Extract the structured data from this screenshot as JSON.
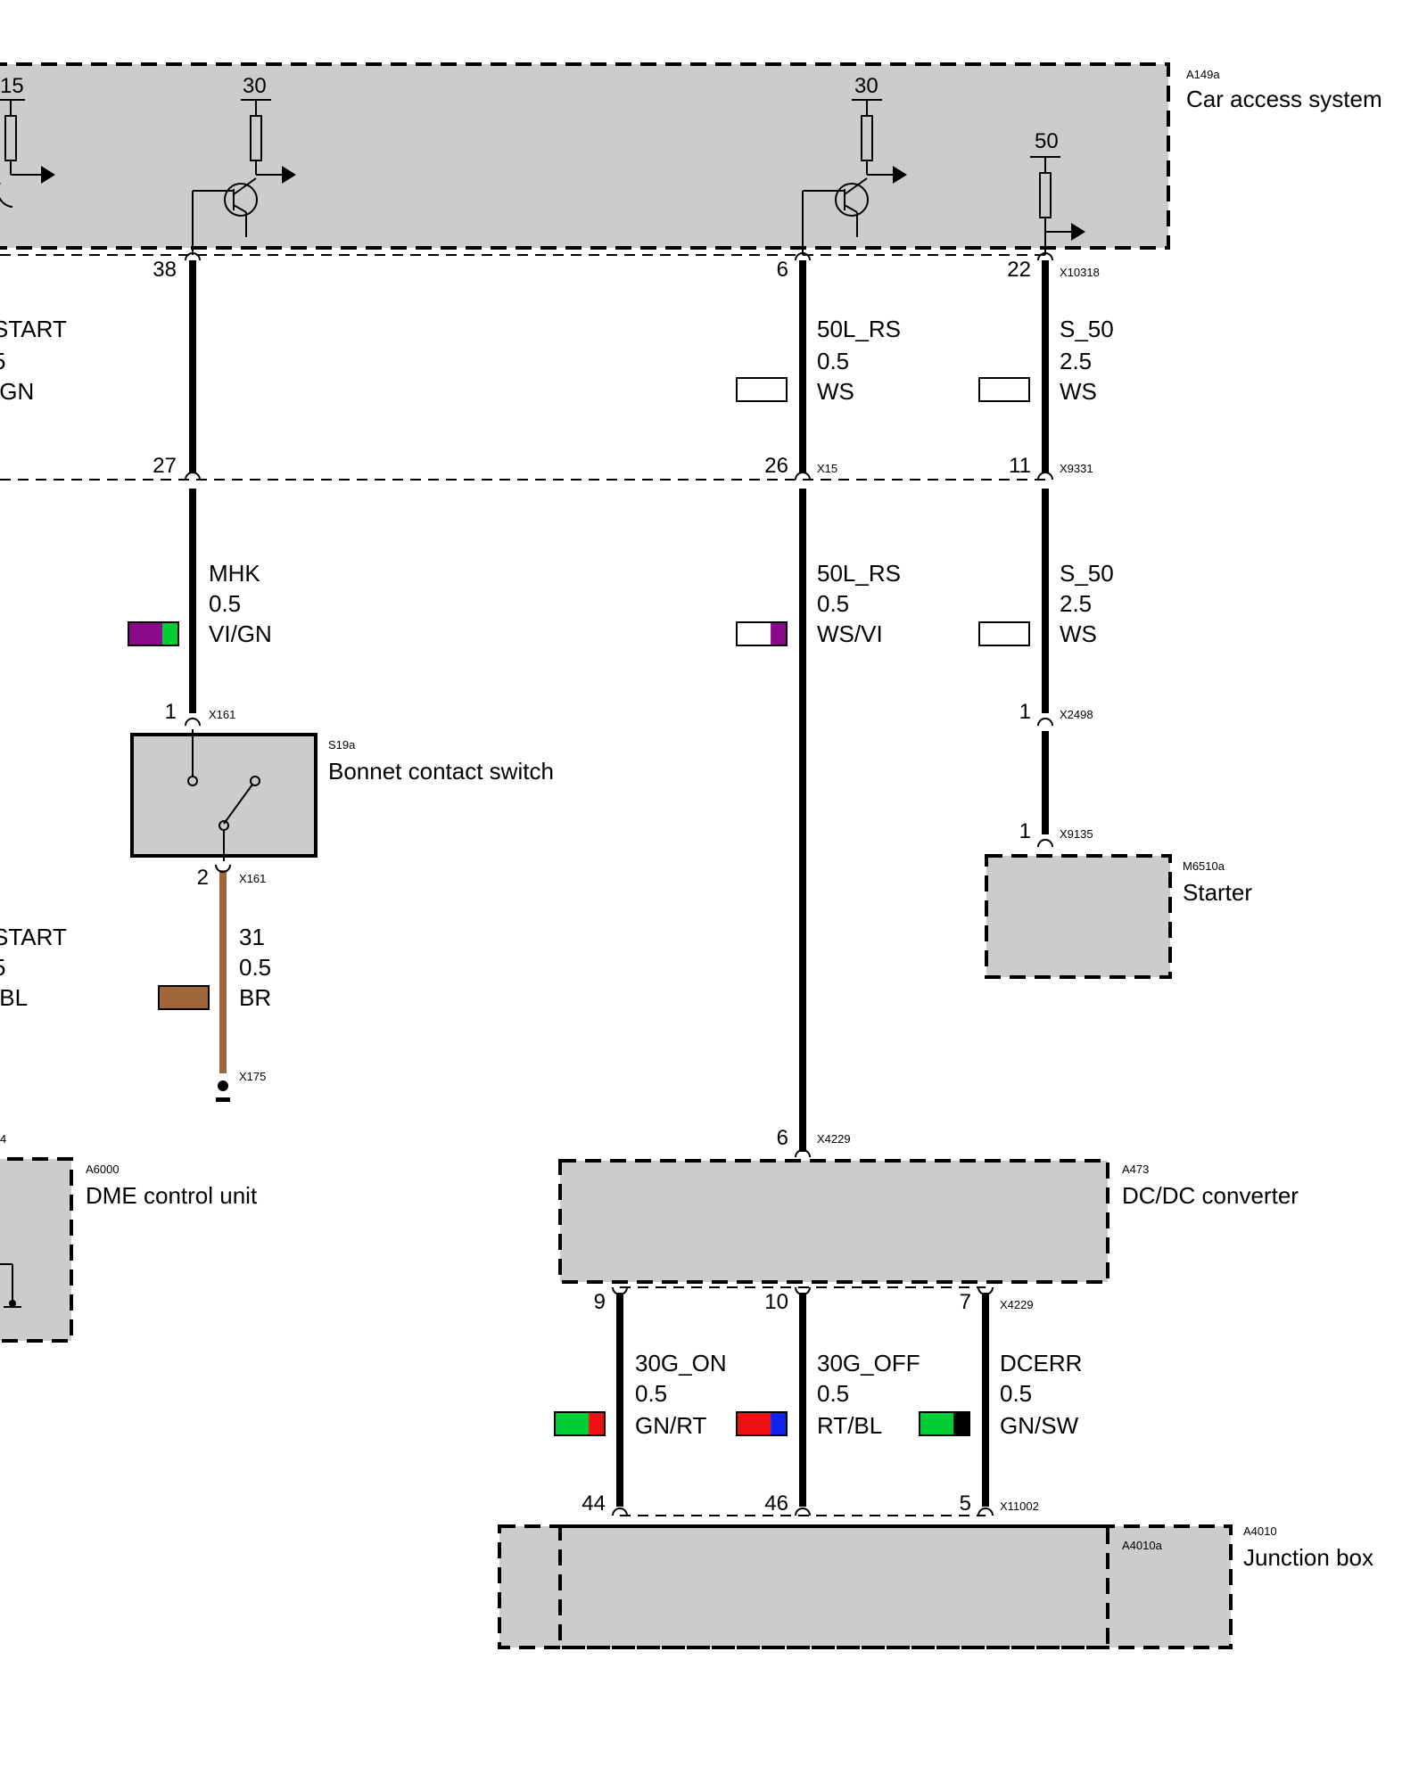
{
  "modules": {
    "cas": {
      "code": "A149a",
      "name": "Car access system",
      "pin_15": "15",
      "pin_30a": "30",
      "pin_30b": "30",
      "pin_50": "50"
    },
    "bonnet": {
      "code": "S19a",
      "name": "Bonnet contact switch"
    },
    "starter": {
      "code": "M6510a",
      "name": "Starter"
    },
    "dme": {
      "code": "A6000",
      "name": "DME control unit",
      "partial_code": "4"
    },
    "dcdc": {
      "code": "A473",
      "name": "DC/DC converter"
    },
    "jbox": {
      "code": "A4010",
      "inner_code": "A4010a",
      "name": "Junction box"
    }
  },
  "connectors": {
    "x10318": "X10318",
    "x15": "X15",
    "x9331": "X9331",
    "x161_top": "X161",
    "x161_bot": "X161",
    "x2498": "X2498",
    "x9135": "X9135",
    "x175": "X175",
    "x4229_top": "X4229",
    "x4229_bot": "X4229",
    "x11002": "X11002"
  },
  "pins": {
    "p38": "38",
    "p6a": "6",
    "p22": "22",
    "p27": "27",
    "p26": "26",
    "p11": "11",
    "p1_x161": "1",
    "p2_x161": "2",
    "p1_x2498": "1",
    "p1_x9135": "1",
    "p6_x4229": "6",
    "p9": "9",
    "p10": "10",
    "p7": "7",
    "p44": "44",
    "p46": "46",
    "p5": "5"
  },
  "wires": {
    "left_top": {
      "signal": "START",
      "size": "5",
      "color": "/GN"
    },
    "left_bot": {
      "signal": "START",
      "size": "5",
      "color": "/BL"
    },
    "rs_top": {
      "signal": "50L_RS",
      "size": "0.5",
      "color": "WS",
      "swatch": [
        "#ffffff"
      ]
    },
    "s50_top": {
      "signal": "S_50",
      "size": "2.5",
      "color": "WS",
      "swatch": [
        "#ffffff"
      ]
    },
    "mhk": {
      "signal": "MHK",
      "size": "0.5",
      "color": "VI/GN",
      "swatch": [
        "#8b0a8b",
        "#00cc33"
      ]
    },
    "rs_mid": {
      "signal": "50L_RS",
      "size": "0.5",
      "color": "WS/VI",
      "swatch": [
        "#ffffff",
        "#8b0a8b"
      ]
    },
    "s50_mid": {
      "signal": "S_50",
      "size": "2.5",
      "color": "WS",
      "swatch": [
        "#ffffff"
      ]
    },
    "gnd": {
      "signal": "31",
      "size": "0.5",
      "color": "BR",
      "swatch": [
        "#a0663a"
      ]
    },
    "g_on": {
      "signal": "30G_ON",
      "size": "0.5",
      "color": "GN/RT",
      "swatch": [
        "#00cc33",
        "#ee1111"
      ]
    },
    "g_off": {
      "signal": "30G_OFF",
      "size": "0.5",
      "color": "RT/BL",
      "swatch": [
        "#ee1111",
        "#1122ee"
      ]
    },
    "dcerr": {
      "signal": "DCERR",
      "size": "0.5",
      "color": "GN/SW",
      "swatch": [
        "#00cc33",
        "#000000"
      ]
    }
  }
}
